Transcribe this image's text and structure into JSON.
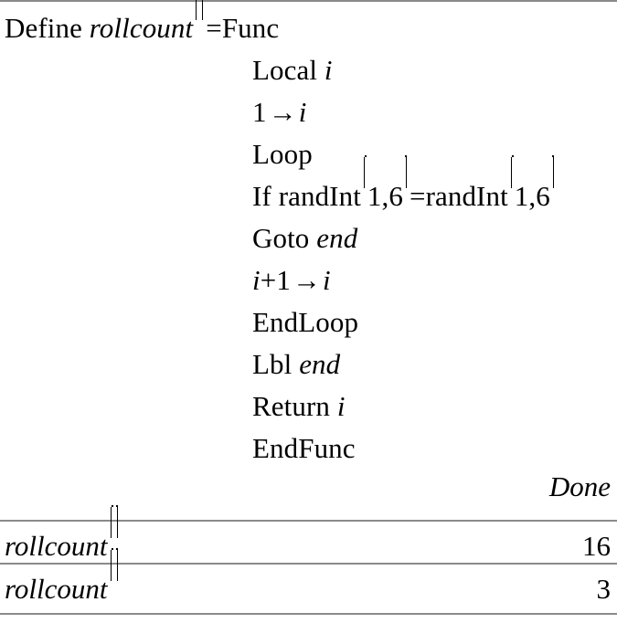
{
  "app": {
    "kind": "ti-nspire-calculator-history",
    "background": "#ffffff",
    "text_color": "#000000",
    "rule_color": "#8a8a8a"
  },
  "program": {
    "lines": [
      {
        "head": "Define ",
        "name": "rollcount",
        "parens": "empty",
        "tail": "=",
        "body": "Func"
      },
      {
        "body_keyword": "Local ",
        "body_italic": "i"
      },
      {
        "body_number": "1",
        "arrow": "→",
        "body_italic": "i"
      },
      {
        "body_keyword": "Loop"
      },
      {
        "body_keyword": "If randInt",
        "args": "1,6",
        "equals": "=",
        "keyword2": "randInt",
        "args2": "1,6"
      },
      {
        "body_keyword": "Goto ",
        "body_italic": "end"
      },
      {
        "body_italic": "i",
        "plus": "+",
        "body_number": "1",
        "arrow": "→",
        "body_italic2": "i"
      },
      {
        "body_keyword": "EndLoop"
      },
      {
        "body_keyword": "Lbl ",
        "body_italic": "end"
      },
      {
        "body_keyword": "Return ",
        "body_italic": "i"
      },
      {
        "body_keyword": "EndFunc"
      }
    ],
    "result": "Done"
  },
  "history": [
    {
      "expression": "rollcount",
      "parens": "empty",
      "value": "16"
    },
    {
      "expression": "rollcount",
      "parens": "empty",
      "value": "3"
    }
  ]
}
